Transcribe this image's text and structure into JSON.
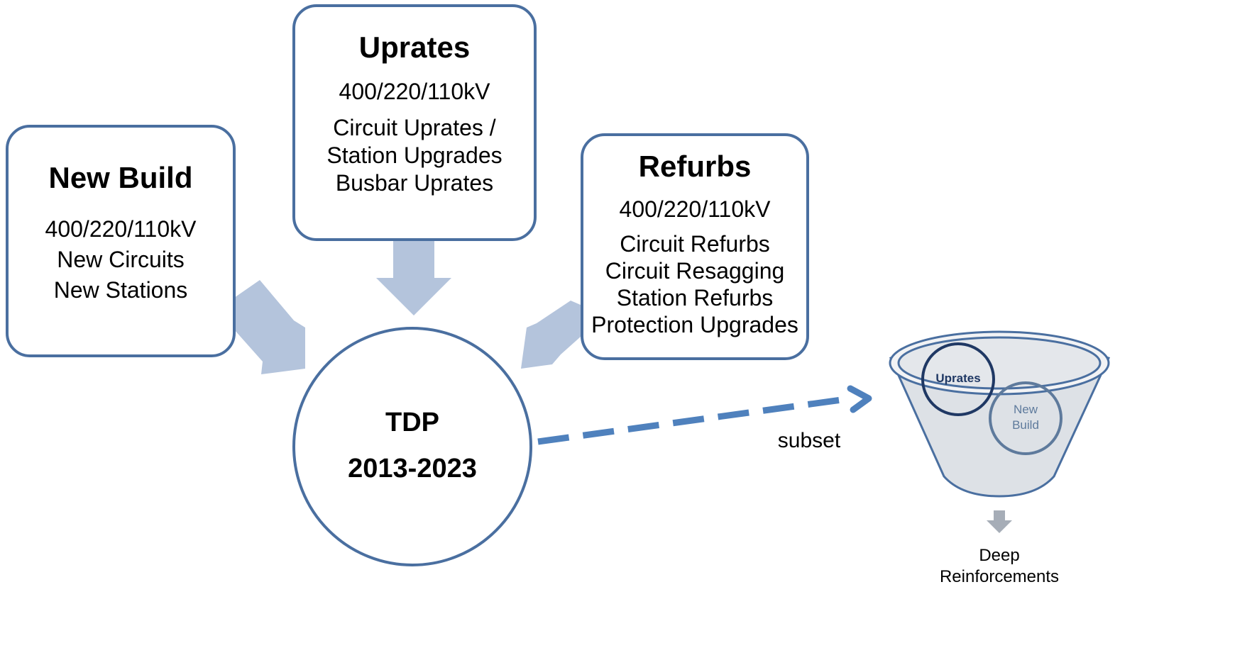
{
  "new_build": {
    "title": "New Build",
    "lines": [
      "400/220/110kV",
      "New Circuits",
      "New Stations"
    ]
  },
  "uprates": {
    "title": "Uprates",
    "lines": [
      "400/220/110kV",
      "Circuit Uprates /",
      "Station Upgrades",
      "Busbar Uprates"
    ]
  },
  "refurbs": {
    "title": "Refurbs",
    "lines": [
      "400/220/110kV",
      "Circuit Refurbs",
      "Circuit Resagging",
      "Station Refurbs",
      "Protection Upgrades"
    ]
  },
  "tdp": {
    "title": "TDP",
    "period": "2013-2023"
  },
  "subset_label": "subset",
  "funnel": {
    "circle_a": "Uprates",
    "circle_b_line1": "New",
    "circle_b_line2": "Build"
  },
  "output": {
    "line1": "Deep",
    "line2": "Reinforcements"
  },
  "colors": {
    "border": "#4a6fa0",
    "arrow": "#b4c4dc",
    "dashed": "#4f81bd",
    "funnel": "#dde1e6",
    "dark_circle": "#1f3864",
    "light_circle": "#5e7a9c",
    "small_arrow": "#a6adb7"
  }
}
